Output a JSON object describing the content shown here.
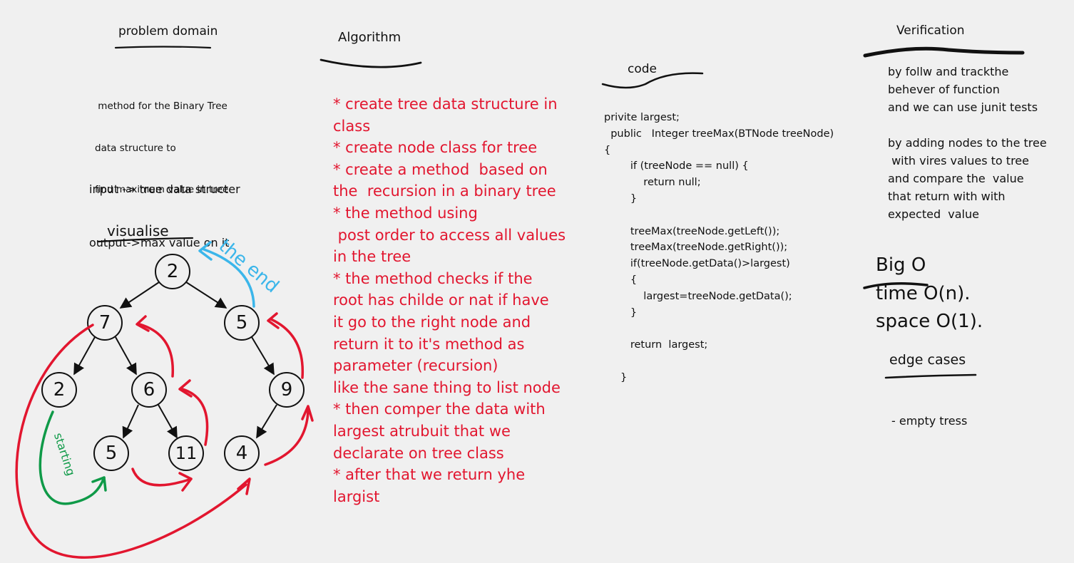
{
  "problem_domain": {
    "heading": "problem domain",
    "description": [
      " method for the Binary Tree",
      "data structure to",
      "find maximum value in tree"
    ],
    "io": [
      "input -> tree data structer",
      "output->max value on it"
    ]
  },
  "visualise": {
    "heading": "visualise",
    "end_label": "the end",
    "start_label": "starting",
    "nodes": [
      "2",
      "7",
      "5",
      "2",
      "6",
      "9",
      "5",
      "11",
      "4"
    ]
  },
  "algorithm": {
    "heading": "Algorithm",
    "lines": [
      "* create tree data structure in",
      "class",
      "* create node class for tree",
      "* create a method  based on",
      "the  recursion in a binary tree",
      "* the method using",
      " post order to access all values",
      "in the tree",
      "* the method checks if the",
      "root has childe or nat if have",
      "it go to the right node and",
      "return it to it's method as",
      "parameter (recursion)",
      "like the sane thing to list node",
      "* then comper the data with",
      "largest atrubuit that we",
      "declarate on tree class",
      "* after that we return yhe",
      "largist"
    ]
  },
  "code": {
    "heading": "code",
    "lines": [
      "privite largest;",
      "  public   Integer treeMax(BTNode treeNode)",
      "{",
      "        if (treeNode == null) {",
      "            return null;",
      "        }",
      "",
      "        treeMax(treeNode.getLeft());",
      "        treeMax(treeNode.getRight());",
      "        if(treeNode.getData()>largest)",
      "        {",
      "            largest=treeNode.getData();",
      "        }",
      "",
      "        return  largest;",
      "",
      "     }"
    ]
  },
  "verification": {
    "heading": "Verification",
    "lines": [
      "by follw and trackthe",
      "behever of function",
      "and we can use junit tests",
      "",
      "by adding nodes to the tree",
      " with vires values to tree",
      "and compare the  value",
      "that return with with",
      "expected  value"
    ]
  },
  "big_o": {
    "heading": "Big O",
    "time": "time O(n).",
    "space": "space O(1)."
  },
  "edge_cases": {
    "heading": "edge cases",
    "item": "- empty tress"
  },
  "colors": {
    "ink": "#111111",
    "red": "#e2162f",
    "blue": "#3bb6ea",
    "green": "#0f9a48",
    "background": "#f0f0f0"
  }
}
